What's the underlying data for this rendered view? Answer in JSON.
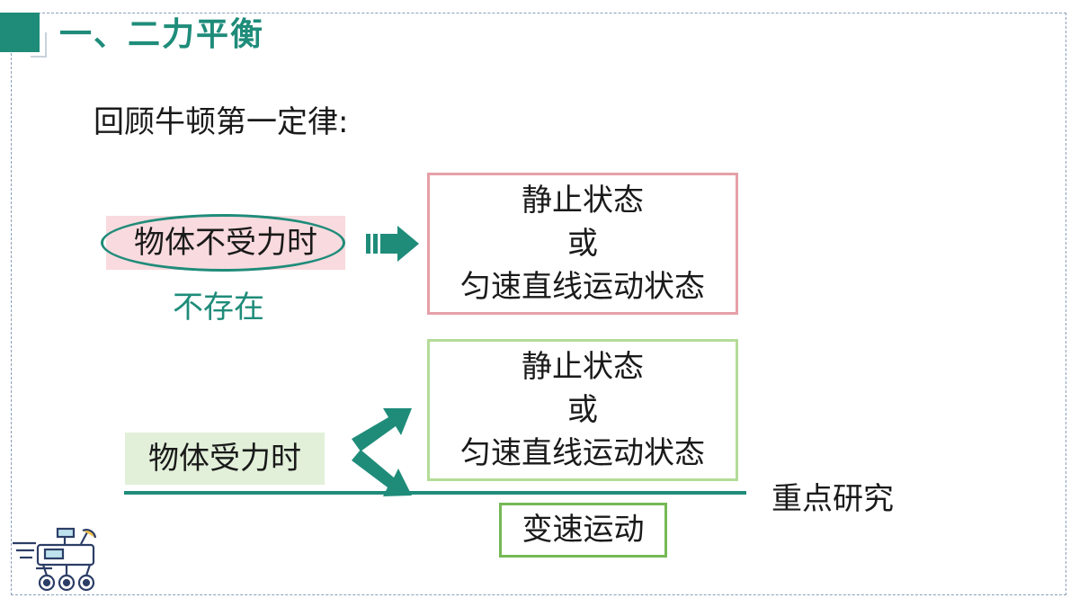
{
  "header": {
    "title": "一、二力平衡"
  },
  "intro": "回顾牛顿第一定律:",
  "no_force": {
    "label": "物体不受力时",
    "note": "不存在",
    "result": {
      "line1": "静止状态",
      "line2": "或",
      "line3": "匀速直线运动状态"
    }
  },
  "with_force": {
    "label": "物体受力时",
    "result": {
      "line1": "静止状态",
      "line2": "或",
      "line3": "匀速直线运动状态"
    },
    "focus": "重点研究",
    "other": "变速运动"
  },
  "colors": {
    "accent": "#1f8c7a",
    "pink": "#e5a0a8",
    "green": "#b4dc98",
    "dark_green": "#76b856"
  }
}
